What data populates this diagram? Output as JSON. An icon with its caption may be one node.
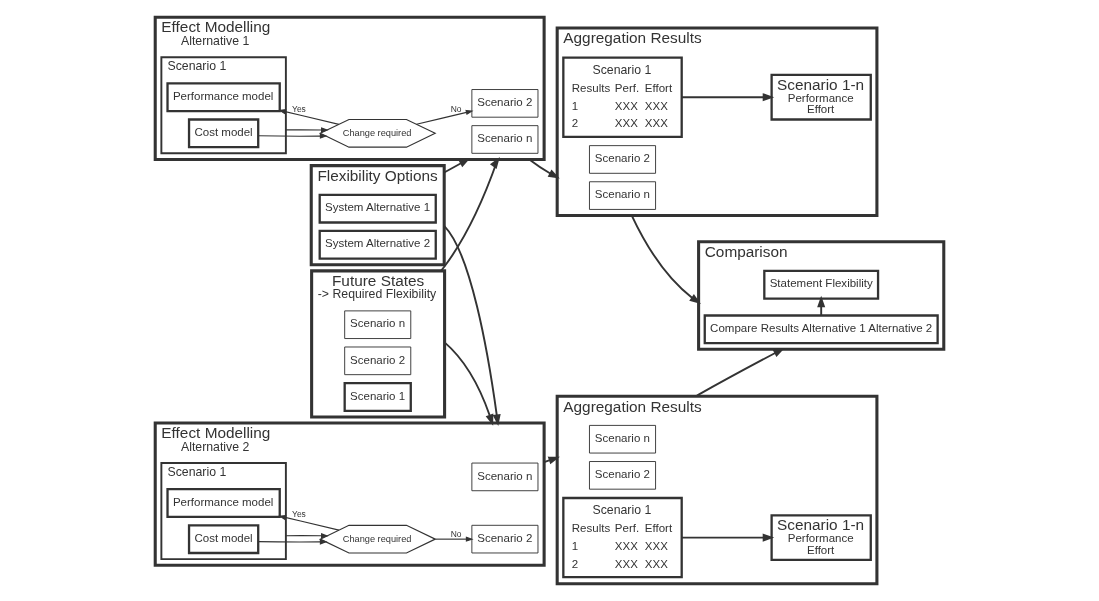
{
  "diagram": {
    "nodes": [
      {
        "text": [
          "Future States",
          "-> Required Flexibility"
        ]
      },
      {
        "text": [
          "Scenario n"
        ],
        "in": 0
      },
      {
        "text": [
          "Scenario 2"
        ],
        "in": 0
      },
      {
        "text": [
          "Scenario 1"
        ],
        "in": 0
      },
      {
        "text": [
          "Effect Modelling",
          "Alternative 1"
        ]
      },
      {
        "text": [
          "Scenario n"
        ],
        "in": 4
      },
      {
        "text": [
          "Scenario 2"
        ],
        "in": 4
      },
      {
        "text": [
          "Scenario 1"
        ],
        "in": 4
      },
      {
        "text": [
          "Performance model"
        ],
        "in": 7
      },
      {
        "text": [
          "Cost model"
        ],
        "in": 7
      },
      {
        "text": [
          "Change required"
        ],
        "in": 4
      },
      {
        "text": [
          "Aggregation Results"
        ]
      },
      {
        "text": [
          "Scenario n"
        ],
        "in": 11
      },
      {
        "text": [
          "Scenario 2"
        ],
        "in": 11
      },
      {
        "text": [
          "Scenario 1",
          "Results",
          "Perf.",
          "Effort",
          "1",
          "XXX",
          "XXX",
          "2",
          "XXX",
          "XXX"
        ],
        "in": 11
      },
      {
        "text": [
          "Scenario 1-n",
          "Performance",
          "Effort"
        ],
        "in": 11
      },
      {
        "text": [
          "Flexibility Options"
        ]
      },
      {
        "text": [
          "System Alternative 1"
        ],
        "in": 16
      },
      {
        "text": [
          "System Alternative 2"
        ],
        "in": 16
      },
      {
        "text": [
          "Effect Modelling",
          "Alternative 2"
        ]
      },
      {
        "text": [
          "Scenario n"
        ],
        "in": 19
      },
      {
        "text": [
          "Scenario 2"
        ],
        "in": 19
      },
      {
        "text": [
          "Scenario 1"
        ],
        "in": 19
      },
      {
        "text": [
          "Performance model"
        ],
        "in": 22
      },
      {
        "text": [
          "Cost model"
        ],
        "in": 22
      },
      {
        "text": [
          "Change required"
        ],
        "in": 19
      },
      {
        "text": [
          "Aggregation Results"
        ]
      },
      {
        "text": [
          "Scenario n"
        ],
        "in": 26
      },
      {
        "text": [
          "Scenario 2"
        ],
        "in": 26
      },
      {
        "text": [
          "Scenario 1",
          "Results",
          "Perf.",
          "Effort",
          "1",
          "XXX",
          "XXX",
          "2",
          "XXX",
          "XXX"
        ],
        "in": 26
      },
      {
        "text": [
          "Scenario 1-n",
          "Performance",
          "Effort"
        ],
        "in": 26
      },
      {
        "text": [
          "Comparison"
        ]
      },
      {
        "text": [
          "Compare Results Alternative 1 Alternative 2"
        ],
        "in": 31
      },
      {
        "text": [
          "Statement Flexibility"
        ],
        "in": 31
      }
    ],
    "edges": [
      {
        "from": 0,
        "to": 4,
        "arrow": "to"
      },
      {
        "from": 0,
        "to": 19,
        "arrow": "to"
      },
      {
        "from": 16,
        "to": 4,
        "arrow": "to"
      },
      {
        "from": 16,
        "to": 19,
        "arrow": "to"
      },
      {
        "from": 9,
        "to": 10,
        "arrow": "to"
      },
      {
        "from": 7,
        "to": 10,
        "arrow": "to"
      },
      {
        "from": 10,
        "to": 8,
        "arrow": "to",
        "label": "Yes"
      },
      {
        "from": 10,
        "to": 6,
        "arrow": "to",
        "label": "No"
      },
      {
        "from": 24,
        "to": 25,
        "arrow": "to"
      },
      {
        "from": 22,
        "to": 25,
        "arrow": "to"
      },
      {
        "from": 25,
        "to": 23,
        "arrow": "to",
        "label": "Yes"
      },
      {
        "from": 25,
        "to": 21,
        "arrow": "to",
        "label": "No"
      },
      {
        "from": 4,
        "to": 11,
        "arrow": "to"
      },
      {
        "from": 19,
        "to": 26,
        "arrow": "to"
      },
      {
        "from": 14,
        "to": 15,
        "arrow": "to"
      },
      {
        "from": 29,
        "to": 30,
        "arrow": "to"
      },
      {
        "from": 11,
        "to": 31,
        "arrow": "to"
      },
      {
        "from": 26,
        "to": 31,
        "arrow": "to"
      },
      {
        "from": 32,
        "to": 33,
        "arrow": "to"
      }
    ]
  }
}
